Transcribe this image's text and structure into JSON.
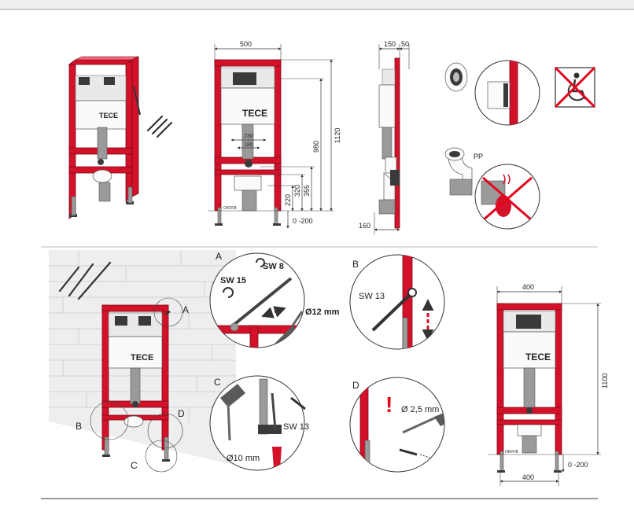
{
  "colors": {
    "frame_red": "#d3122a",
    "frame_dark_red": "#7a0a17",
    "steel_grey": "#9a9a9a",
    "warning_red": "#e3061b",
    "rule_grey": "#bdbdbd"
  },
  "brand": {
    "logo_text": "TECE",
    "logo_icon": "tece-logo-icon"
  },
  "front_view": {
    "width": "500",
    "center_spacing_outer": "230",
    "center_spacing_inner": "180",
    "height_total": "1120",
    "height_upper": "980",
    "height_355": "355",
    "height_320": "320",
    "height_220": "220",
    "floor_range": "0 -200",
    "floor_label": "OKFFB"
  },
  "side_view": {
    "depth_total": "150",
    "depth_top": "50",
    "offset_bottom": "160"
  },
  "labels": {
    "pp": "PP"
  },
  "icons": [
    "no-disabled-use-icon",
    "no-heat-icon"
  ],
  "steps": {
    "a": {
      "letter": "A",
      "wrench_8": "SW 8",
      "wrench_15": "SW 15",
      "drill_diameter": "Ø12 mm"
    },
    "b": {
      "letter": "B",
      "wrench": "SW 13"
    },
    "c": {
      "letter": "C",
      "wrench": "SW 13",
      "drill_diameter": "Ø10 mm"
    },
    "d": {
      "letter": "D",
      "drill_diameter": "Ø 2,5 mm",
      "warning": "!"
    }
  },
  "small_view": {
    "width_top": "400",
    "width_bottom": "400",
    "height": "1100",
    "floor_range": "0 -200",
    "floor_label": "OKFFB"
  }
}
